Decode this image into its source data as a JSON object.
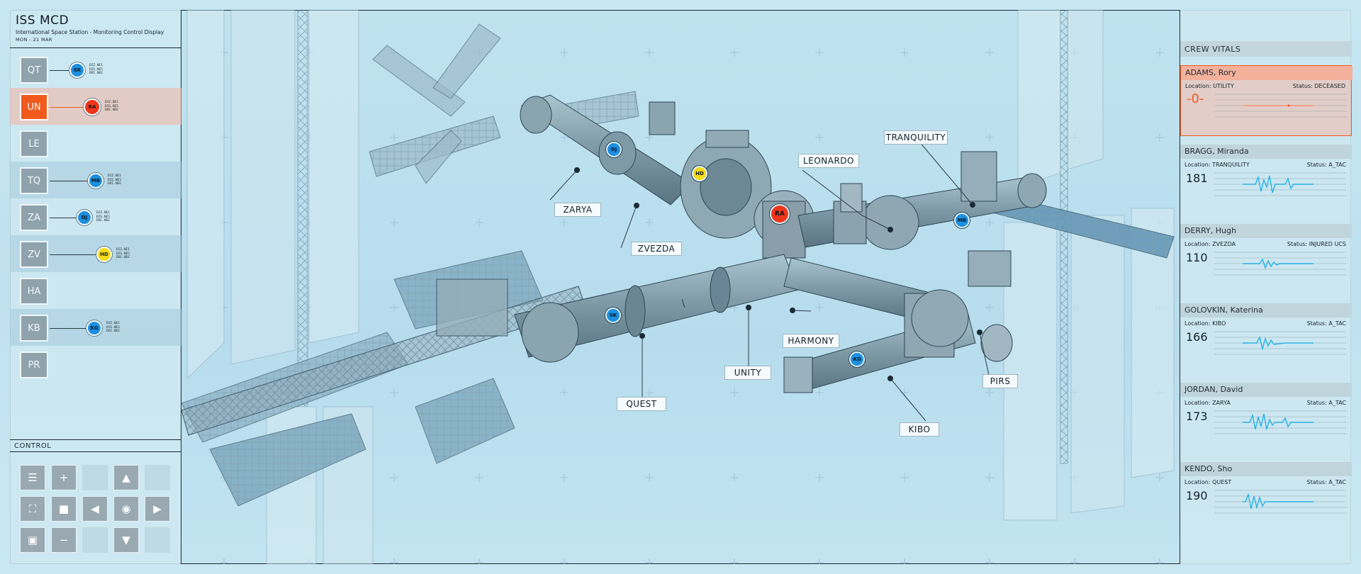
{
  "header": {
    "title": "ISS MCD",
    "subtitle": "International Space Station - Monitoring Control Display",
    "date": "MON - 21 MAR"
  },
  "modules": [
    {
      "code": "QT",
      "crew": "SK",
      "status": "normal",
      "data": [
        "DIZ.NE1",
        "DIS.NE5",
        "DDI.NEE"
      ]
    },
    {
      "code": "UN",
      "crew": "RA",
      "status": "alert",
      "data": [
        "DIZ.NE1",
        "DIS.NE5",
        "DDI.NEE"
      ]
    },
    {
      "code": "LE",
      "crew": "",
      "status": "normal",
      "data": []
    },
    {
      "code": "TQ",
      "crew": "MB",
      "status": "tinted",
      "data": [
        "DIZ.NE1",
        "DIS.NE5",
        "DDI.NEE"
      ]
    },
    {
      "code": "ZA",
      "crew": "DJ",
      "status": "normal",
      "data": [
        "DIZ.NE1",
        "DIS.NE5",
        "DDI.NEE"
      ]
    },
    {
      "code": "ZV",
      "crew": "HD",
      "status": "tinted",
      "data": [
        "DIZ.NE1",
        "DIS.NE5",
        "DDI.NEE"
      ]
    },
    {
      "code": "HA",
      "crew": "",
      "status": "normal",
      "data": []
    },
    {
      "code": "KB",
      "crew": "KG",
      "status": "tinted",
      "data": [
        "DIZ.NE1",
        "DIS.NE5",
        "DDI.NEE"
      ]
    },
    {
      "code": "PR",
      "crew": "",
      "status": "normal",
      "data": []
    }
  ],
  "control": {
    "label": "CONTROL",
    "icons": {
      "menu": "☰",
      "plus": "+",
      "up": "▲",
      "fullscreen": "⛶",
      "stop": "■",
      "left": "◀",
      "center": "◉",
      "right": "▶",
      "target": "▣",
      "minus": "−",
      "down": "▼"
    }
  },
  "station": {
    "labels": {
      "zarya": "ZARYA",
      "zvezda": "ZVEZDA",
      "leonardo": "LEONARDO",
      "tranquility": "TRANQUILITY",
      "harmony": "HARMONY",
      "unity": "UNITY",
      "quest": "QUEST",
      "kibo": "KIBO",
      "pirs": "PIRS"
    },
    "crew_markers": {
      "dj": "DJ",
      "hd": "HD",
      "ra": "RA",
      "mb": "MB",
      "sk": "SK",
      "kg": "KG"
    }
  },
  "vitals": {
    "title": "CREW VITALS",
    "crew": [
      {
        "name": "ADAMS, Rory",
        "location": "Location: UTILITY",
        "status": "Status: DECEASED",
        "bpm": "-0-",
        "alert": true
      },
      {
        "name": "BRAGG, Miranda",
        "location": "Location: TRANQUILITY",
        "status": "Status: A_TAC",
        "bpm": "181",
        "alert": false
      },
      {
        "name": "DERRY, Hugh",
        "location": "Location: ZVEZDA",
        "status": "Status: INJURED UCS",
        "bpm": "110",
        "alert": false
      },
      {
        "name": "GOLOVKIN, Katerina",
        "location": "Location: KIBO",
        "status": "Status: A_TAC",
        "bpm": "166",
        "alert": false
      },
      {
        "name": "JORDAN, David",
        "location": "Location: ZARYA",
        "status": "Status: A_TAC",
        "bpm": "173",
        "alert": false
      },
      {
        "name": "KENDO, Sho",
        "location": "Location: QUEST",
        "status": "Status: A_TAC",
        "bpm": "190",
        "alert": false
      }
    ]
  },
  "colors": {
    "alert": "#f25a1d",
    "crew_blue": "#1c8fe0",
    "crew_yellow": "#f5dc1a",
    "crew_red": "#f0361a",
    "frame": "#1c2a33"
  }
}
